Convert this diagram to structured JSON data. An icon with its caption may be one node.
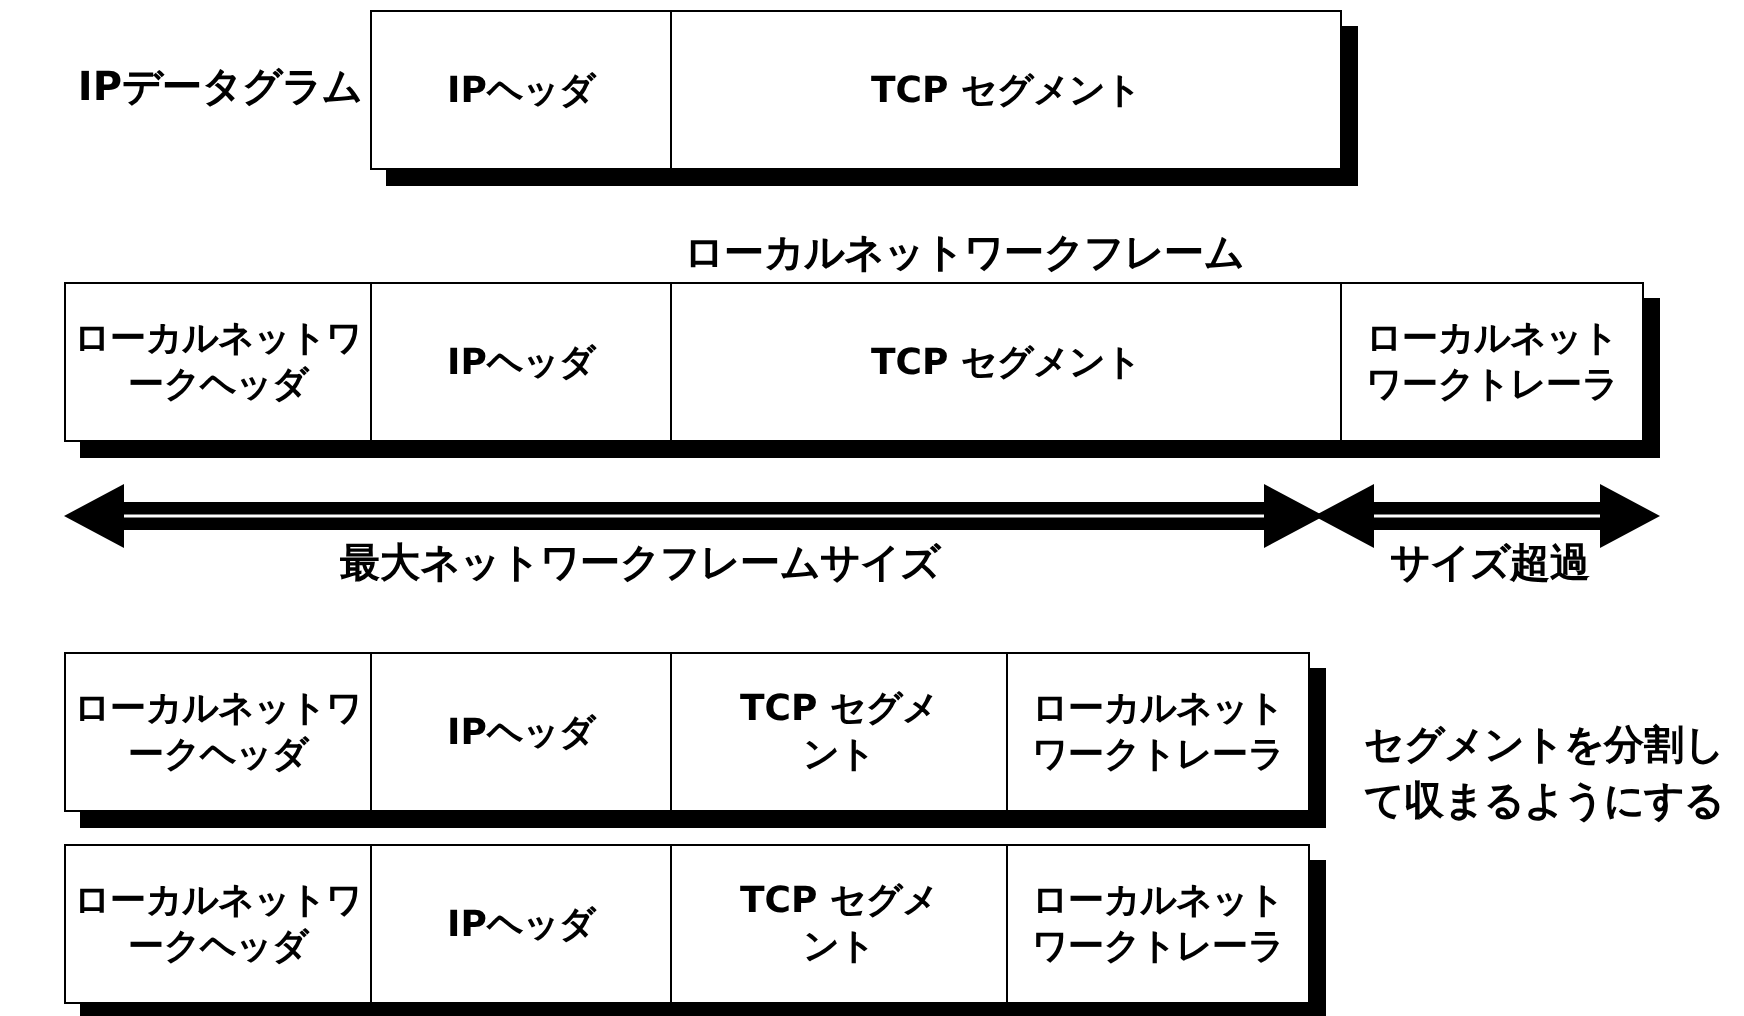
{
  "diagram": {
    "nodes": [
      {
        "text": [
          "IPデータグラム"
        ]
      },
      {
        "text": [
          "IPヘッダ"
        ],
        "in": 0
      },
      {
        "text": [
          "TCP セグメント"
        ],
        "in": 0
      },
      {
        "text": [
          "ローカルネットワークフレーム"
        ]
      },
      {
        "text": [
          "ローカルネットワークヘッダ"
        ],
        "in": 3
      },
      {
        "text": [
          "IPヘッダ"
        ],
        "in": 3
      },
      {
        "text": [
          "TCP セグメント"
        ],
        "in": 3
      },
      {
        "text": [
          "ローカルネットワークトレーラ"
        ],
        "in": 3
      },
      {
        "text": [],
        "shape": "box"
      },
      {
        "text": [
          "ローカルネットワークヘッダ"
        ],
        "in": 8
      },
      {
        "text": [
          "IPヘッダ"
        ],
        "in": 8
      },
      {
        "text": [
          "TCP セグメント"
        ],
        "in": 8
      },
      {
        "text": [
          "ローカルネットワークトレーラ"
        ],
        "in": 8
      },
      {
        "text": [],
        "shape": "box"
      },
      {
        "text": [
          "ローカルネットワークヘッダ"
        ],
        "in": 13
      },
      {
        "text": [
          "IPヘッダ"
        ],
        "in": 13
      },
      {
        "text": [
          "TCP セグメント"
        ],
        "in": 13
      },
      {
        "text": [
          "ローカルネットワークトレーラ"
        ],
        "in": 13
      }
    ],
    "edges": [],
    "labels": [
      "最大ネットワークフレームサイズ",
      "サイズ超過",
      "セグメントを分割して収まるようにする"
    ]
  }
}
